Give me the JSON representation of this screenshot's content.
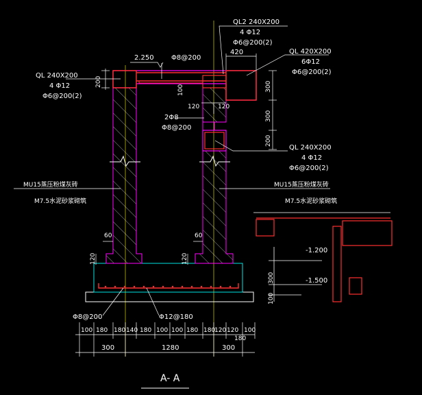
{
  "title": "A- A",
  "colors": {
    "background": "#000000",
    "wall": "#ff00ff",
    "rebar": "#ff3030",
    "foundation": "#00e5e5",
    "base": "#ffffff",
    "dim": "#ffffff",
    "leader": "#ffffff",
    "grid": "#ffff00"
  },
  "labels": {
    "ql2_title": "QL2 240X200",
    "ql2_bars": "4 Φ12",
    "ql2_stirrup": "Φ6@200(2)",
    "ql2_width": "420",
    "top_level": "2.250",
    "top_slab": "Φ8@200",
    "ql420_title": "QL 420X200",
    "ql420_bars": "6Φ12",
    "ql420_stirrup": "Φ6@200(2)",
    "ql_left_title": "QL 240X200",
    "ql_left_bars": "4 Φ12",
    "ql_left_stirrup": "Φ6@200(2)",
    "dim_200_left": "200",
    "dim_100_inner": "100",
    "dim_120_a": "120",
    "dim_120_b": "120",
    "wall_2phi8": "2Φ8",
    "wall_phi8": "Φ8@200",
    "dim_300_a": "300",
    "dim_300_b": "300",
    "dim_200_right": "200",
    "ql_right_title": "QL 240X200",
    "ql_right_bars": "4 Φ12",
    "ql_right_stirrup": "Φ6@200(2)",
    "mu15_left": "MU15蒸压粉煤灰砖",
    "m75_left": "M7.5水泥砂浆砌筑",
    "mu15_right": "MU15蒸压粉煤灰砖",
    "m75_right": "M7.5水泥砂浆砌筑",
    "dim_60_left": "60",
    "dim_60_right": "60",
    "dim_120_left": "120",
    "dim_120_right": "120",
    "elev_1200": "-1.200",
    "elev_1500": "-1.500",
    "elev_300": "300",
    "elev_100": "100",
    "found_phi8": "Φ8@200",
    "found_phi12": "Φ12@180",
    "dim_row1": [
      "100",
      "180",
      "180",
      "140",
      "180",
      "100",
      "100",
      "180",
      "180",
      "120",
      "120",
      "180",
      "100"
    ],
    "dim_row2": [
      "300",
      "1280",
      "300"
    ]
  }
}
